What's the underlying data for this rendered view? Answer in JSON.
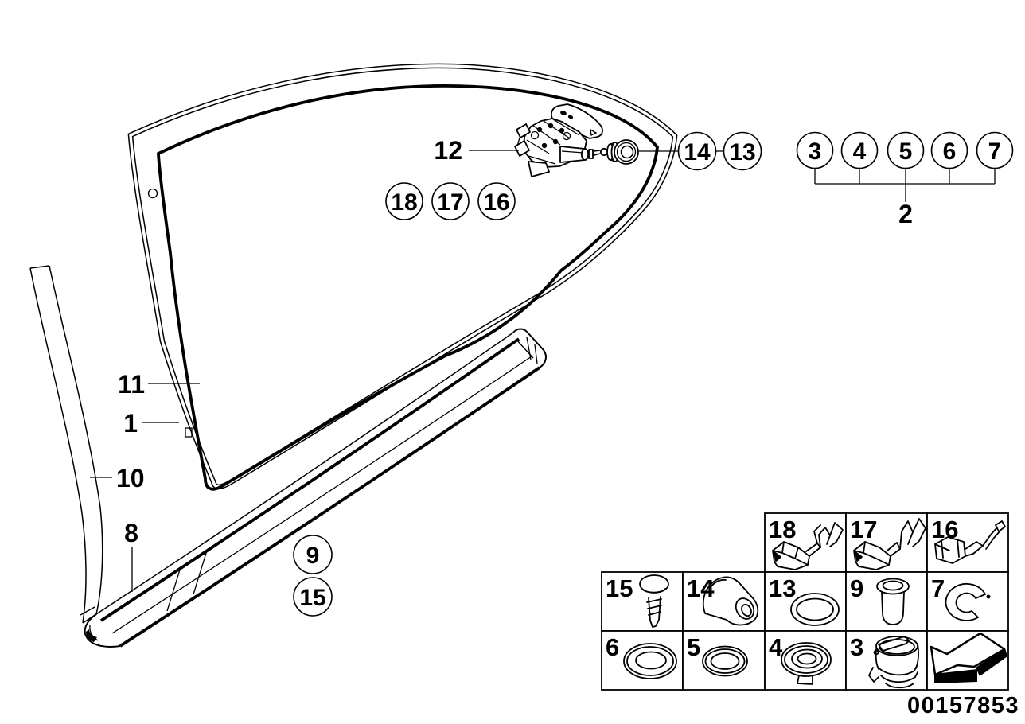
{
  "figure": {
    "part_number": "00157853",
    "callouts": {
      "c18": "18",
      "c17": "17",
      "c16": "16",
      "c14": "14",
      "c13": "13",
      "c3": "3",
      "c4": "4",
      "c5": "5",
      "c6": "6",
      "c7": "7",
      "c9": "9",
      "c15": "15"
    },
    "labels": {
      "l12": "12",
      "l11": "11",
      "l1": "1",
      "l10": "10",
      "l8": "8",
      "group": "2"
    },
    "table": {
      "row1": [
        "18",
        "17",
        "16"
      ],
      "row2": [
        "15",
        "14",
        "13",
        "9",
        "7"
      ],
      "row3": [
        "6",
        "5",
        "4",
        "3"
      ]
    }
  }
}
